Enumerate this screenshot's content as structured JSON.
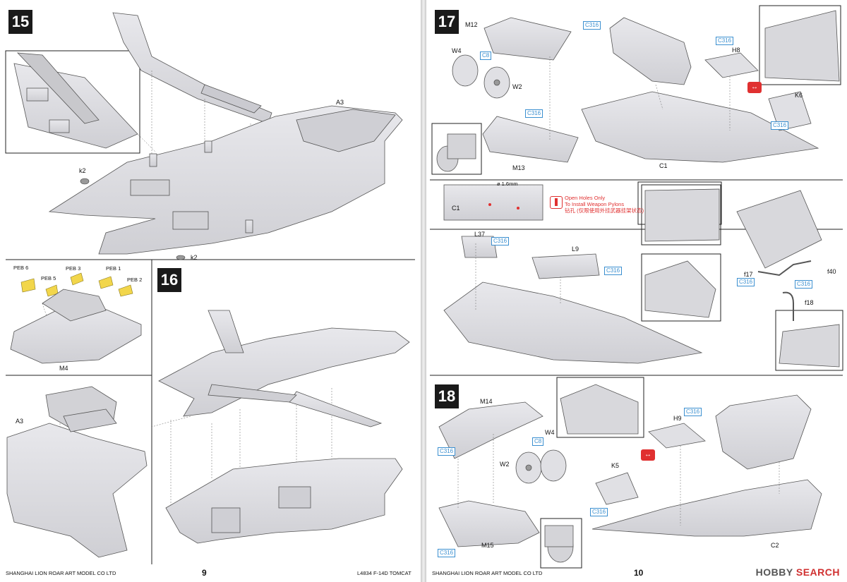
{
  "left_page": {
    "steps": [
      "15",
      "16"
    ],
    "labels": {
      "a3_top": "A3",
      "k2_top": "k2",
      "k2_bottom": "k2",
      "peb6": "PEB 6",
      "peb5": "PEB 5",
      "peb3": "PEB 3",
      "peb1": "PEB 1",
      "peb2": "PEB 2",
      "m4": "M4",
      "a3_detail": "A3"
    },
    "footer_company": "SHANGHAI LION ROAR ART MODEL CO LTD",
    "page_number": "9",
    "footer_product": "L4834 F-14D TOMCAT"
  },
  "right_page": {
    "steps": [
      "17",
      "18"
    ],
    "labels": {
      "m12": "M12",
      "w4_17": "W4",
      "w2_17": "W2",
      "m13": "M13",
      "h8": "H8",
      "k6": "K6",
      "c1_17": "C1",
      "c1_drill": "C1",
      "drill_size": "ø 1.6mm",
      "l37": "L37",
      "l9": "L9",
      "f17": "f17",
      "f40": "f40",
      "f18": "f18",
      "m14": "M14",
      "w4_18": "W4",
      "w2_18": "W2",
      "m15": "M15",
      "h9": "H9",
      "k5": "K5",
      "c2": "C2"
    },
    "color_tags": {
      "c316": "C316",
      "c8": "C8"
    },
    "note_en_1": "Open Holes Only",
    "note_en_2": "To Install Weapon Pylons",
    "note_cn": "钻孔 (仅限使用外挂武器挂架状态)",
    "footer_company": "SHANGHAI LION ROAR ART MODEL CO LTD",
    "page_number": "10"
  },
  "watermark": {
    "brand_a": "HOBBY",
    "brand_b": "SEARCH"
  },
  "colors": {
    "part_fill": "#dcdce0",
    "part_stroke": "#444444",
    "callout_blue": "#3a8fd0",
    "warning_red": "#e03030",
    "photo_etch": "#f2d64b"
  }
}
